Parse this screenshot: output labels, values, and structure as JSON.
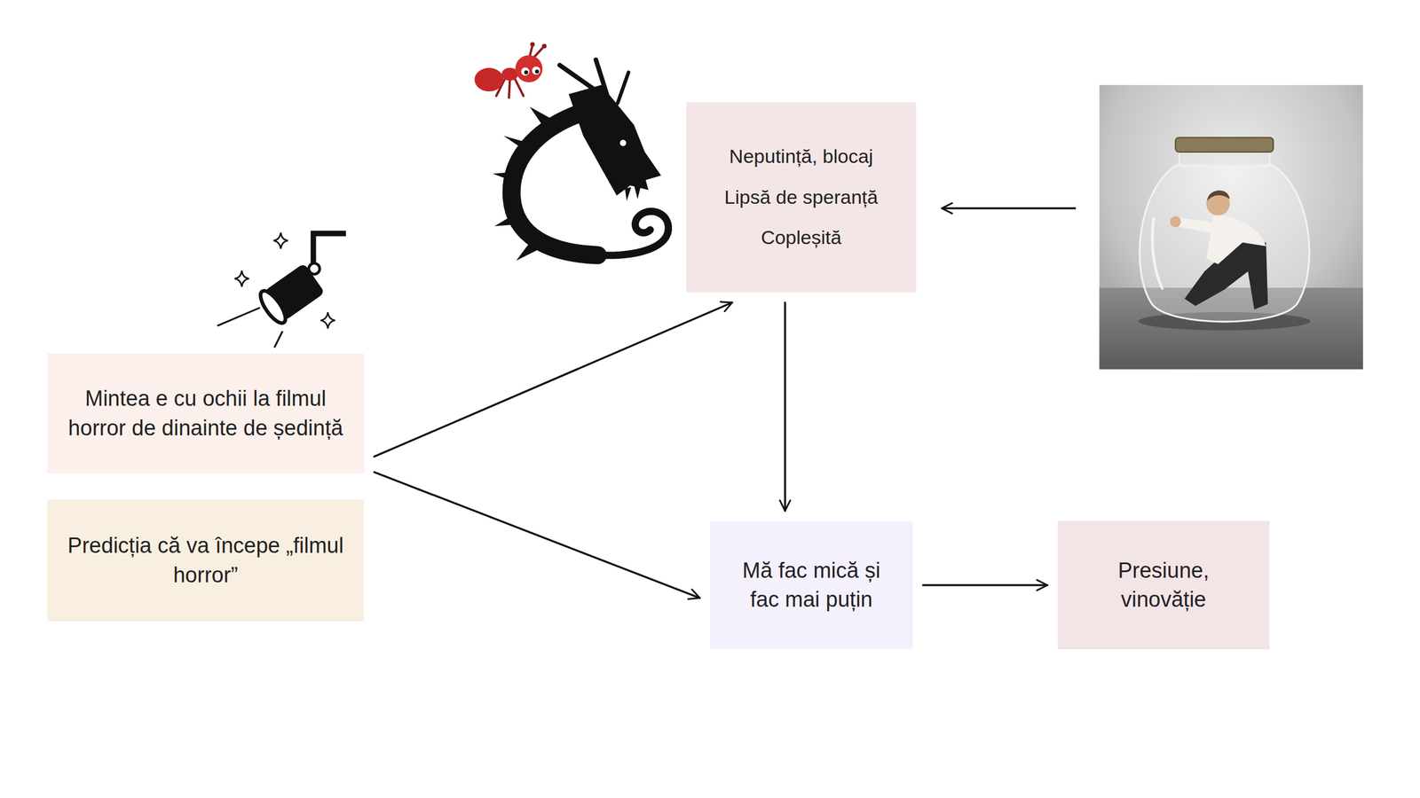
{
  "diagram": {
    "nodes": [
      {
        "text": [
          "Neputință, blocaj",
          "Lipsă de speranță",
          "Copleșită"
        ]
      },
      {
        "text": [
          "Mintea e cu ochii la filmul horror de dinainte de ședință"
        ]
      },
      {
        "text": [
          "Predicția că va începe „filmul horror”"
        ]
      },
      {
        "text": [
          "Mă fac mică și fac mai puțin"
        ]
      },
      {
        "text": [
          "Presiune, vinovăție"
        ]
      }
    ],
    "edges": [
      {
        "from": 1,
        "to": 0,
        "arrow": "to"
      },
      {
        "from": 1,
        "to": 3,
        "arrow": "to"
      },
      {
        "from": 0,
        "to": 3,
        "arrow": "to"
      },
      {
        "from": 3,
        "to": 4,
        "arrow": "to"
      }
    ]
  }
}
